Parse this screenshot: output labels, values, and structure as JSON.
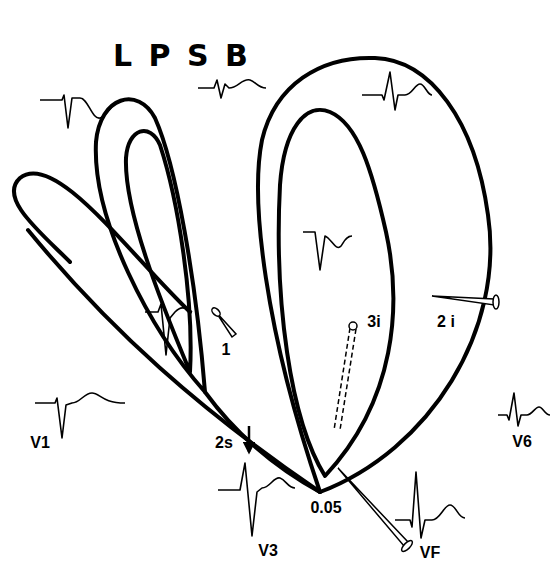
{
  "diagram": {
    "title": "L P S B",
    "labels": [
      "1",
      "2s",
      "2 i",
      "3i",
      "0.05",
      "V1",
      "V3",
      "VF",
      "V6"
    ]
  }
}
